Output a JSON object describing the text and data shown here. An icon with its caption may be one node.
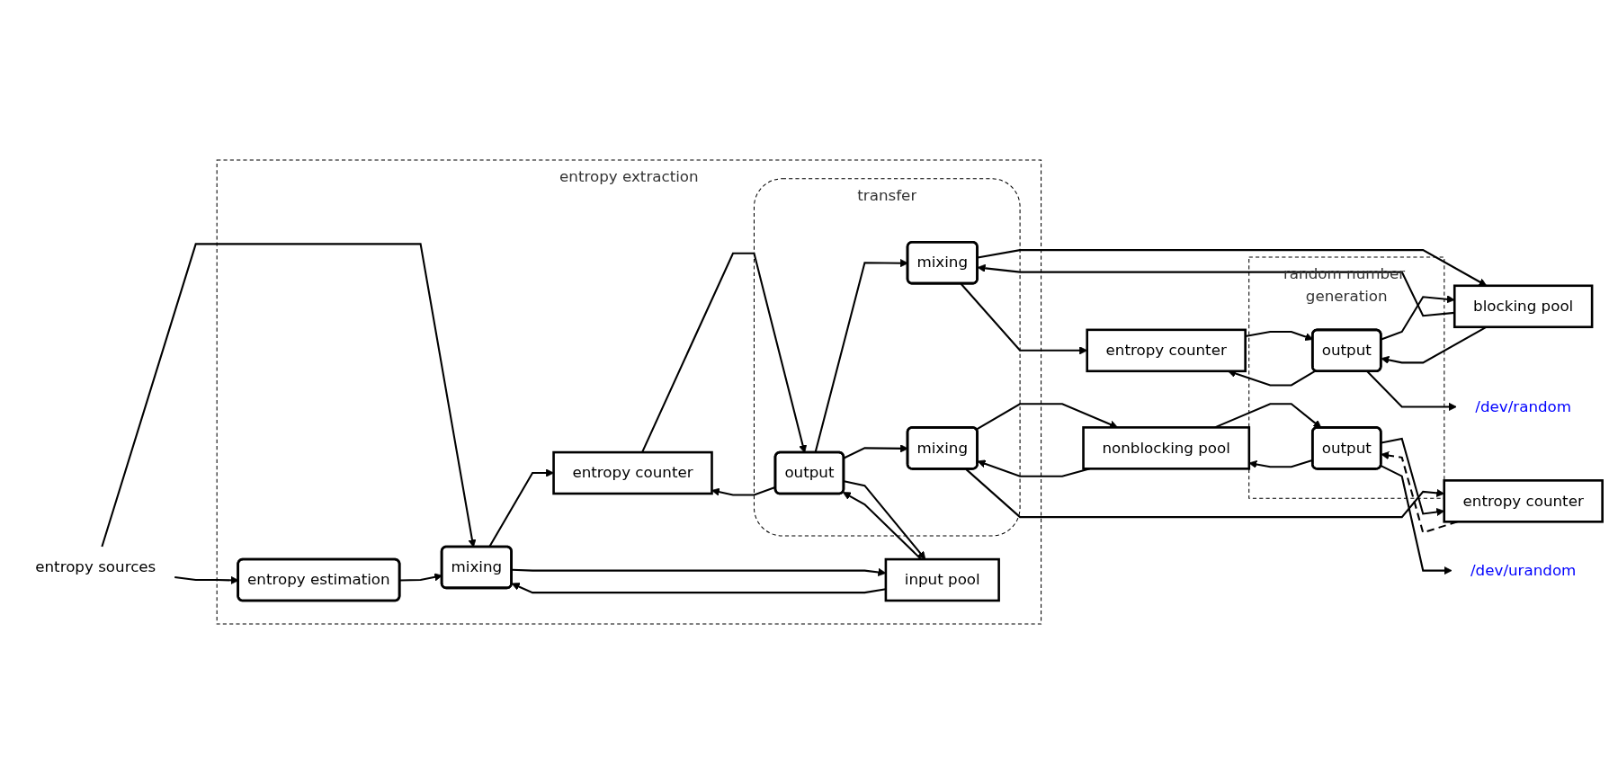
{
  "diagram": {
    "nodes": [
      {
        "text": [
          "entropy sources"
        ]
      },
      {
        "text": [
          "entropy extraction"
        ]
      },
      {
        "text": [
          "entropy estimation"
        ],
        "in": 1
      },
      {
        "text": [
          "mixing"
        ],
        "in": 1
      },
      {
        "text": [
          "entropy counter"
        ],
        "in": 1
      },
      {
        "text": [
          "input pool"
        ],
        "in": 1
      },
      {
        "text": [
          "transfer"
        ],
        "in": 1
      },
      {
        "text": [
          "output"
        ],
        "in": 6
      },
      {
        "text": [
          "mixing"
        ],
        "in": 6
      },
      {
        "text": [
          "mixing"
        ],
        "in": 6
      },
      {
        "text": [
          "entropy counter"
        ]
      },
      {
        "text": [
          "blocking pool"
        ]
      },
      {
        "text": [
          "nonblocking pool"
        ]
      },
      {
        "text": [
          "entropy counter"
        ]
      },
      {
        "text": [
          "random number generation"
        ]
      },
      {
        "text": [
          "output"
        ],
        "in": 14
      },
      {
        "text": [
          "output"
        ],
        "in": 14
      },
      {
        "text": [
          "/dev/random"
        ]
      },
      {
        "text": [
          "/dev/urandom"
        ]
      }
    ],
    "edges": [
      {
        "from": 0,
        "to": 3,
        "arrow": "to"
      },
      {
        "from": 0,
        "to": 2,
        "arrow": "to"
      },
      {
        "from": 2,
        "to": 3,
        "arrow": "to"
      },
      {
        "from": 3,
        "to": 4,
        "arrow": "to"
      },
      {
        "from": 3,
        "to": 5,
        "arrow": "to"
      },
      {
        "from": 5,
        "to": 3,
        "arrow": "to"
      },
      {
        "from": 4,
        "to": 7,
        "arrow": "to"
      },
      {
        "from": 7,
        "to": 4,
        "arrow": "to"
      },
      {
        "from": 5,
        "to": 7,
        "arrow": "to"
      },
      {
        "from": 7,
        "to": 5,
        "arrow": "to"
      },
      {
        "from": 7,
        "to": 8,
        "arrow": "to"
      },
      {
        "from": 7,
        "to": 9,
        "arrow": "to"
      },
      {
        "from": 8,
        "to": 10,
        "arrow": "to"
      },
      {
        "from": 8,
        "to": 11,
        "arrow": "to"
      },
      {
        "from": 11,
        "to": 8,
        "arrow": "to"
      },
      {
        "from": 9,
        "to": 12,
        "arrow": "to"
      },
      {
        "from": 12,
        "to": 9,
        "arrow": "to"
      },
      {
        "from": 9,
        "to": 13,
        "arrow": "to"
      },
      {
        "from": 10,
        "to": 15,
        "arrow": "to"
      },
      {
        "from": 15,
        "to": 10,
        "arrow": "to"
      },
      {
        "from": 11,
        "to": 15,
        "arrow": "to"
      },
      {
        "from": 15,
        "to": 11,
        "arrow": "to"
      },
      {
        "from": 12,
        "to": 16,
        "arrow": "to"
      },
      {
        "from": 16,
        "to": 12,
        "arrow": "to"
      },
      {
        "from": 13,
        "to": 16,
        "arrow": "to",
        "style": "dashed"
      },
      {
        "from": 16,
        "to": 13,
        "arrow": "to"
      },
      {
        "from": 15,
        "to": 17,
        "arrow": "to"
      },
      {
        "from": 16,
        "to": 18,
        "arrow": "to"
      }
    ]
  }
}
